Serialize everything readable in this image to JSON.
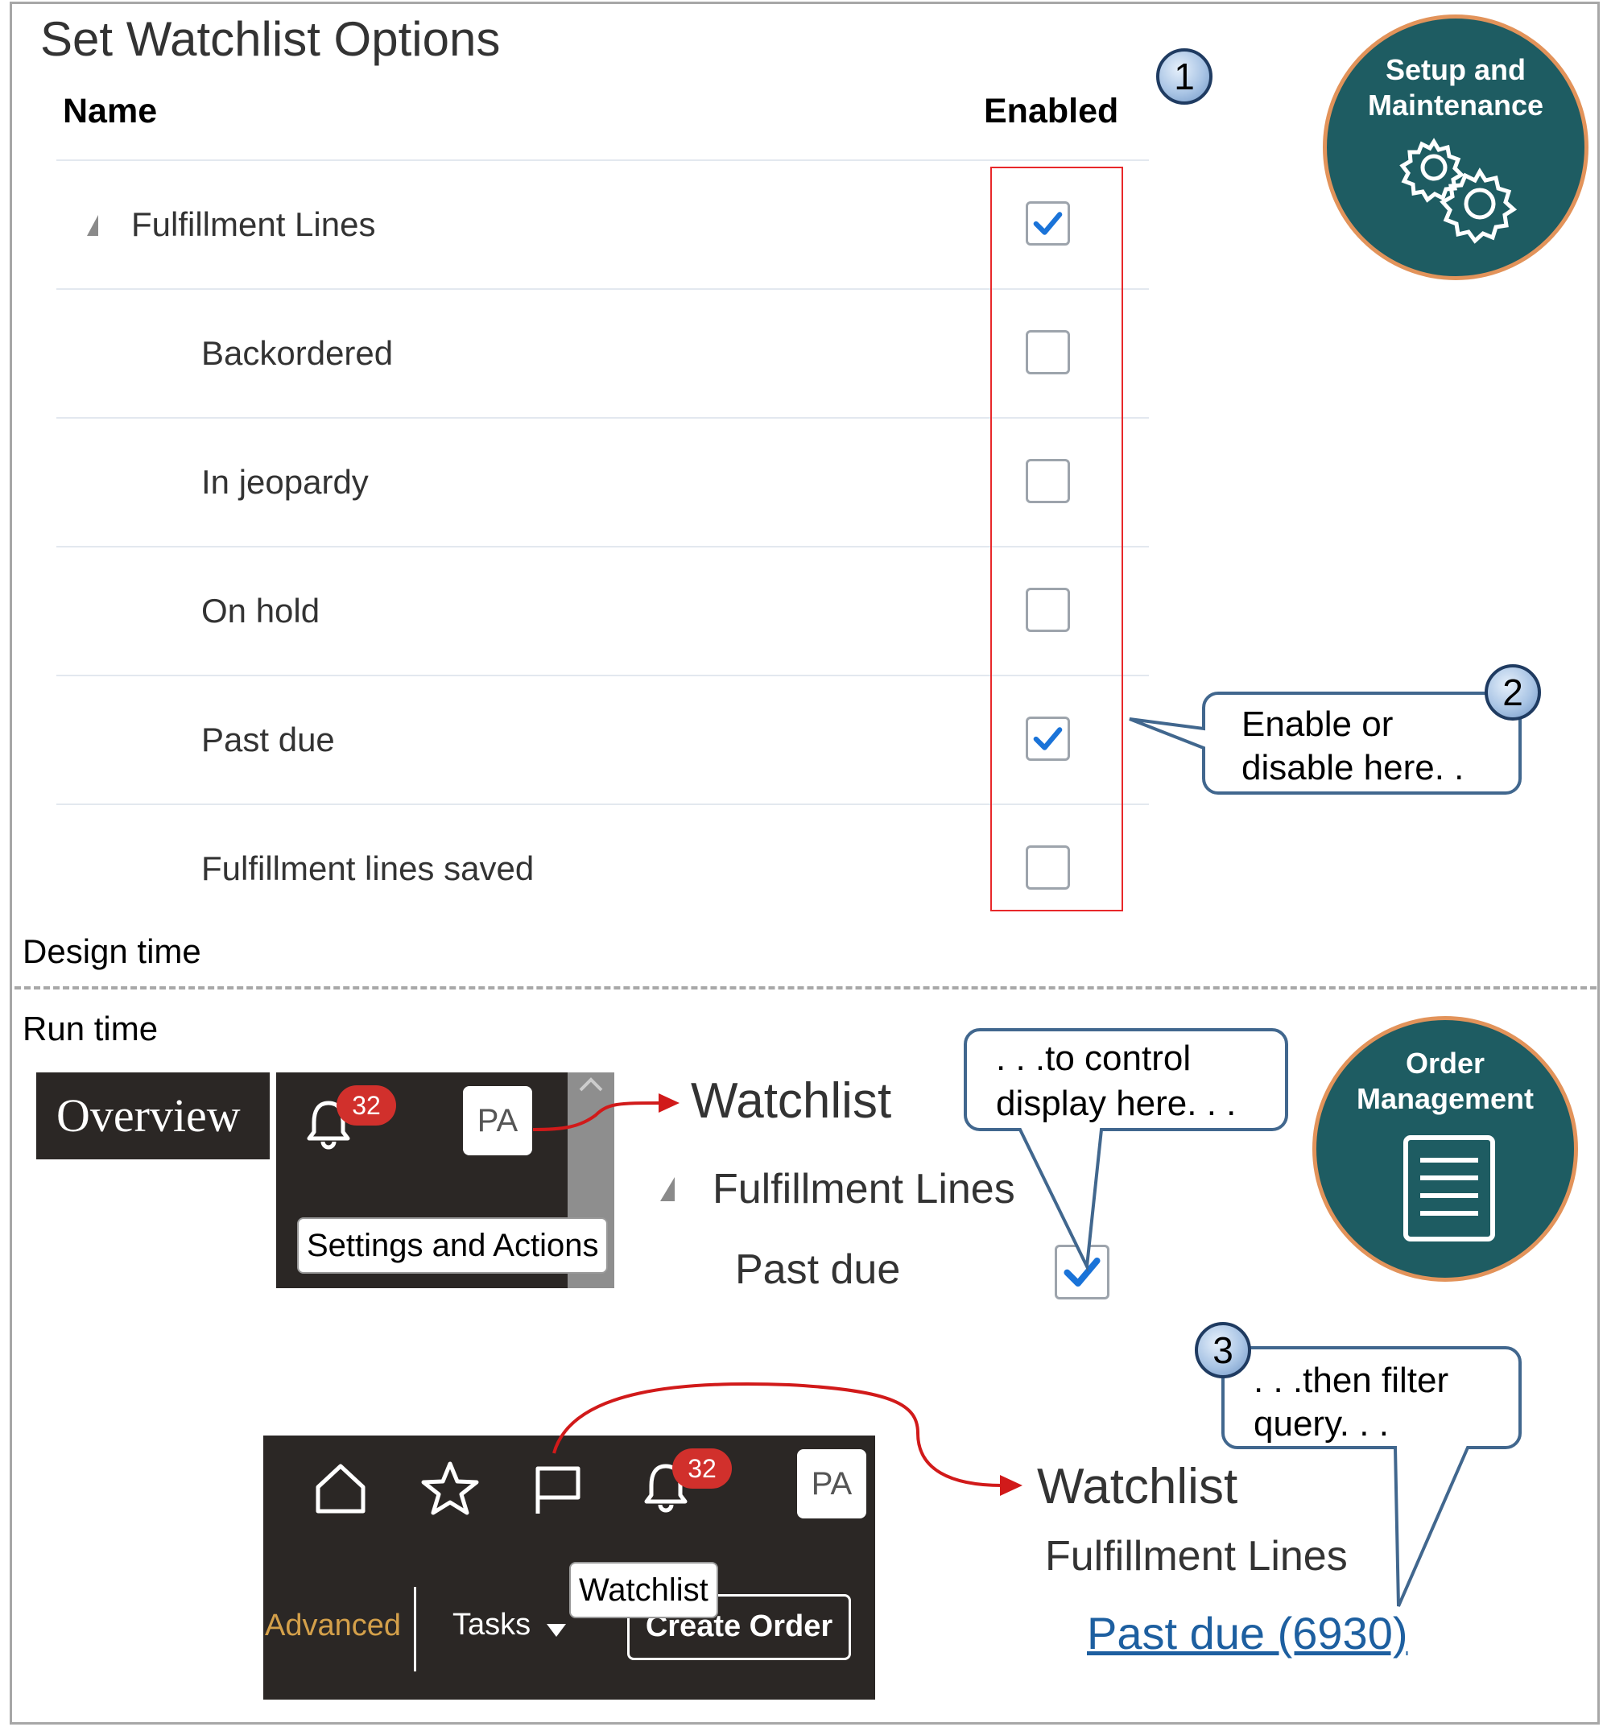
{
  "design": {
    "title": "Set Watchlist Options",
    "columns": {
      "name": "Name",
      "enabled": "Enabled"
    },
    "rows": [
      {
        "label": "Fulfillment Lines",
        "checked": true,
        "parent": true
      },
      {
        "label": "Backordered",
        "checked": false
      },
      {
        "label": "In jeopardy",
        "checked": false
      },
      {
        "label": "On hold",
        "checked": false
      },
      {
        "label": "Past due",
        "checked": true
      },
      {
        "label": "Fulfillment lines saved",
        "checked": false
      }
    ],
    "section_label": "Design time"
  },
  "badges": {
    "setup": {
      "line1": "Setup and",
      "line2": "Maintenance",
      "icon": "gears-icon"
    },
    "order": {
      "line1": "Order",
      "line2": "Management",
      "icon": "document-icon"
    }
  },
  "steps": [
    "1",
    "2",
    "3"
  ],
  "callouts": {
    "enable": {
      "line1": "Enable or",
      "line2": "disable here. ."
    },
    "control": {
      "line1": ". . .to control",
      "line2": "display here. . ."
    },
    "filter": {
      "line1": ". . .then filter",
      "line2": "query. . ."
    }
  },
  "runtime": {
    "section_label": "Run time",
    "overview": "Overview",
    "notifications_count": "32",
    "user_initials": "PA",
    "settings_tooltip": "Settings and Actions",
    "watchlist_panel": {
      "title": "Watchlist",
      "group": "Fulfillment Lines",
      "item": "Past due",
      "item_checked": true
    },
    "toolbar2": {
      "notifications_count": "32",
      "user_initials": "PA",
      "tooltip": "Watchlist",
      "advanced": "Advanced",
      "tasks": "Tasks",
      "create_order": "Create Order"
    },
    "watchlist_result": {
      "title": "Watchlist",
      "group": "Fulfillment Lines",
      "link": "Past due (6930)"
    }
  },
  "colors": {
    "badge_bg": "#1e5c62",
    "badge_border": "#e2935a",
    "highlight": "#e8282a",
    "callout_border": "#41678e",
    "link": "#1d5fa0"
  }
}
